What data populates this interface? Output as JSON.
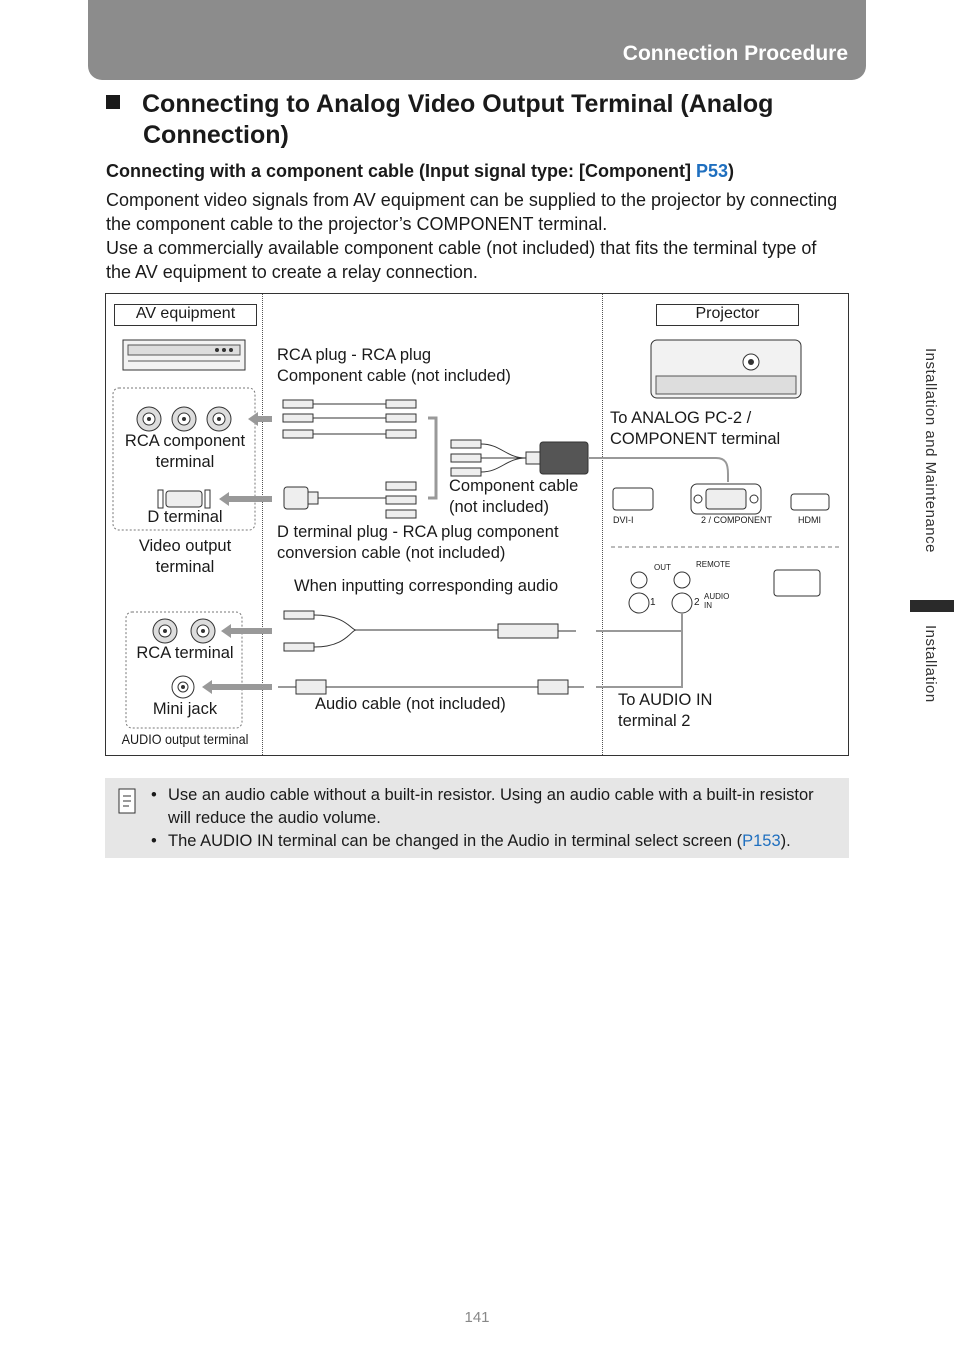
{
  "header": {
    "title": "Connection Procedure"
  },
  "section": {
    "title_line1": "Connecting to Analog Video Output Terminal (Analog",
    "title_line2": "Connection)"
  },
  "subhead": {
    "text": "Connecting with a component cable (Input signal type: [Component] ",
    "link": "P53",
    "close": ")"
  },
  "paragraphs": [
    "Component video signals from AV equipment can be supplied to the projector by connecting the component cable to the projector’s COMPONENT terminal.",
    "Use a commercially available component cable (not included) that fits the terminal type of the AV equipment to create a relay connection."
  ],
  "diagram": {
    "av_equipment": "AV equipment",
    "projector": "Projector",
    "rca_component_terminal": "RCA component\nterminal",
    "d_terminal": "D terminal",
    "video_output_terminal": "Video output\nterminal",
    "rca_terminal": "RCA terminal",
    "mini_jack": "Mini jack",
    "audio_output_terminal": "AUDIO output terminal",
    "rca_plug_cable": "RCA plug - RCA plug\nComponent cable (not included)",
    "component_cable": "Component cable\n(not included)",
    "d_terminal_cable": "D terminal plug - RCA plug component\nconversion cable (not included)",
    "when_inputting_audio": "When inputting corresponding audio",
    "audio_cable": "Audio cable (not included)",
    "to_analog_pc2": "To ANALOG PC-2 /\nCOMPONENT terminal",
    "to_audio_in": "To AUDIO IN\nterminal 2",
    "port_dvi": "DVI-I",
    "port_component": "2 / COMPONENT",
    "port_hdmi": "HDMI",
    "port_out": "OUT",
    "port_remote": "REMOTE",
    "port_audio_in": "AUDIO\nIN",
    "port_1": "1",
    "port_2": "2"
  },
  "notes": {
    "items": [
      {
        "text": "Use an audio cable without a built-in resistor. Using an audio cable with a built-in resistor will reduce the audio volume."
      },
      {
        "text_before": "The AUDIO IN terminal can be changed in the Audio in terminal select screen (",
        "link": "P153",
        "text_after": ")."
      }
    ]
  },
  "side": {
    "chapter": "Installation and Maintenance",
    "section": "Installation"
  },
  "page_number": "141"
}
